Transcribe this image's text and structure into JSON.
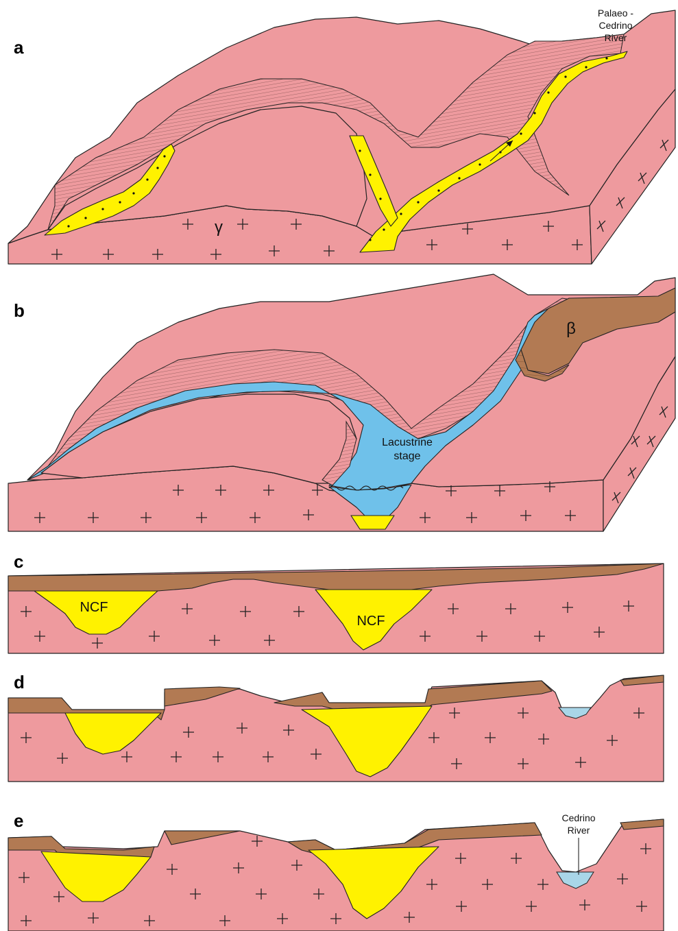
{
  "panels": [
    {
      "letter": "a",
      "labels": {
        "river_name": "Palaeo -",
        "river_name_2": "Cedrino",
        "river_name_3": "River",
        "gamma": "γ"
      }
    },
    {
      "letter": "b",
      "labels": {
        "beta": "β",
        "lake_1": "Lacustrine",
        "lake_2": "stage"
      }
    },
    {
      "letter": "c",
      "labels": {
        "ncf_left": "NCF",
        "ncf_right": "NCF"
      }
    },
    {
      "letter": "d",
      "labels": {}
    },
    {
      "letter": "e",
      "labels": {
        "river_1": "Cedrino",
        "river_2": "River"
      }
    }
  ],
  "colors": {
    "granite": "#ee9a9e",
    "basalt": "#b27a53",
    "sediment": "#fff200",
    "lake": "#6fc1ea",
    "river": "#a9d6e8"
  }
}
